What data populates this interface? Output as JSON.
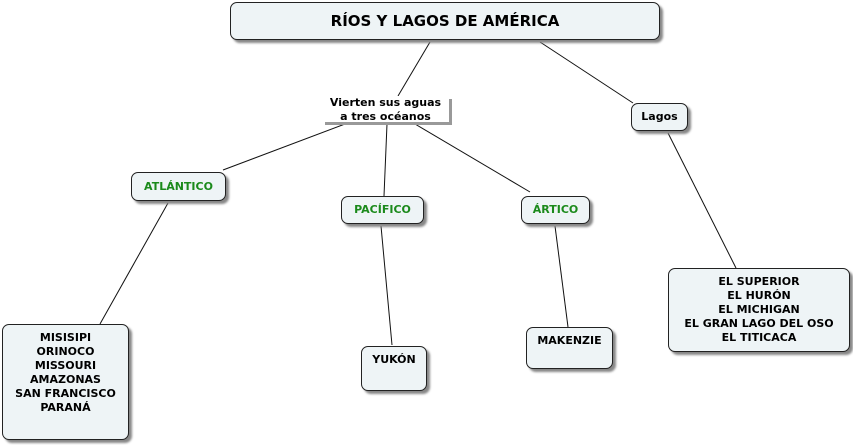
{
  "title": "RÍOS Y LAGOS DE AMÉRICA",
  "link_phrase": [
    "Vierten sus aguas",
    "a tres océanos"
  ],
  "lakes_label": "Lagos",
  "oceans": {
    "atlantic": "ATLÁNTICO",
    "pacific": "PACÍFICO",
    "arctic": "ÁRTICO"
  },
  "atlantic_rivers": [
    "MISISIPI",
    "ORINOCO",
    "MISSOURI",
    "AMAZONAS",
    "SAN FRANCISCO",
    "PARANÁ"
  ],
  "pacific_rivers": [
    "YUKÓN"
  ],
  "arctic_rivers": [
    "MAKENZIE"
  ],
  "lakes": [
    "EL SUPERIOR",
    "EL HURÓN",
    "EL MICHIGAN",
    "EL GRAN LAGO DEL OSO",
    "EL TITICACA"
  ]
}
